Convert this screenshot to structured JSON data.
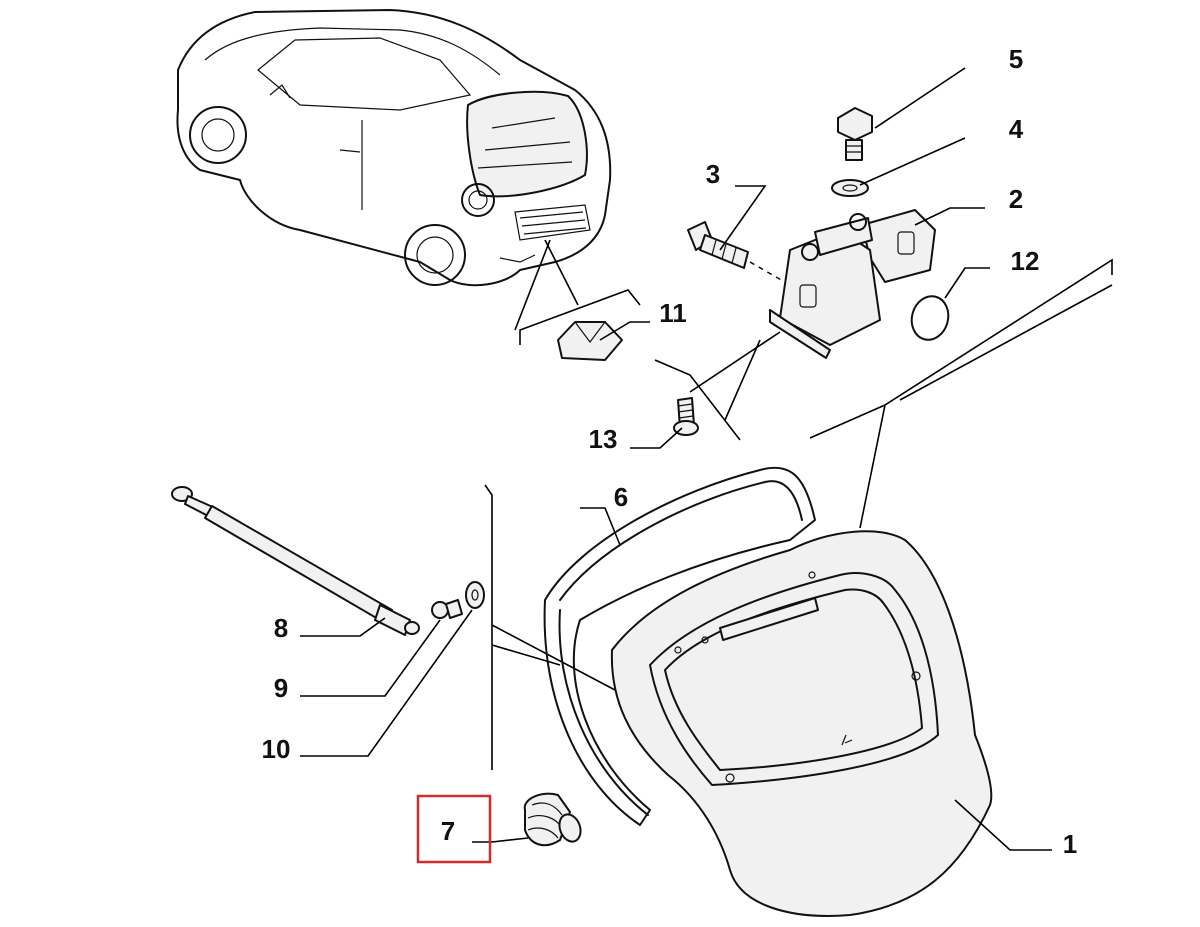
{
  "highlight_color": "#d22b2b",
  "callouts": [
    {
      "id": "1",
      "label": "1"
    },
    {
      "id": "2",
      "label": "2"
    },
    {
      "id": "3",
      "label": "3"
    },
    {
      "id": "4",
      "label": "4"
    },
    {
      "id": "5",
      "label": "5"
    },
    {
      "id": "6",
      "label": "6"
    },
    {
      "id": "7",
      "label": "7",
      "highlighted": true
    },
    {
      "id": "8",
      "label": "8"
    },
    {
      "id": "9",
      "label": "9"
    },
    {
      "id": "10",
      "label": "10"
    },
    {
      "id": "11",
      "label": "11"
    },
    {
      "id": "12",
      "label": "12"
    },
    {
      "id": "13",
      "label": "13"
    }
  ]
}
